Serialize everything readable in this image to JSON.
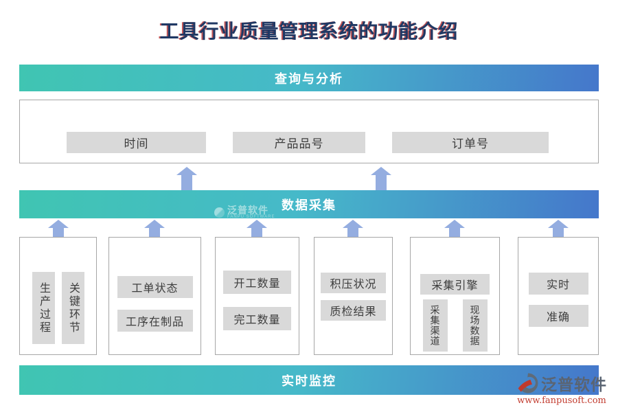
{
  "title": "工具行业质量管理系统的功能介绍",
  "banners": {
    "query": "查询与分析",
    "collect": "数据采集",
    "monitor": "实时监控"
  },
  "query_items": [
    "时间",
    "产品品号",
    "订单号"
  ],
  "groups": [
    {
      "items": [
        {
          "text": "生产过程"
        },
        {
          "text": "关键环节"
        }
      ]
    },
    {
      "items": [
        {
          "text": "工单状态"
        },
        {
          "text": "工序在制品"
        }
      ]
    },
    {
      "items": [
        {
          "text": "开工数量"
        },
        {
          "text": "完工数量"
        }
      ]
    },
    {
      "items": [
        {
          "text": "积压状况"
        },
        {
          "text": "质检结果"
        }
      ]
    },
    {
      "items": [
        {
          "text": "采集引擎"
        },
        {
          "text": "采集渠道"
        },
        {
          "text": "现场数据"
        }
      ]
    },
    {
      "items": [
        {
          "text": "实时"
        },
        {
          "text": "准确"
        }
      ]
    }
  ],
  "watermark": {
    "text": "泛普软件",
    "subtext": "FANPU SOFTWARE"
  },
  "logo": {
    "text": "泛普软件",
    "url": "www.fanpusoft.com"
  },
  "colors": {
    "gradient_start": "#40c5b2",
    "gradient_end": "#4577cb",
    "arrow": "#94ade0",
    "item_bg": "#d9d9d9",
    "title_text": "#1f3864",
    "url_red": "#c23b2e"
  }
}
